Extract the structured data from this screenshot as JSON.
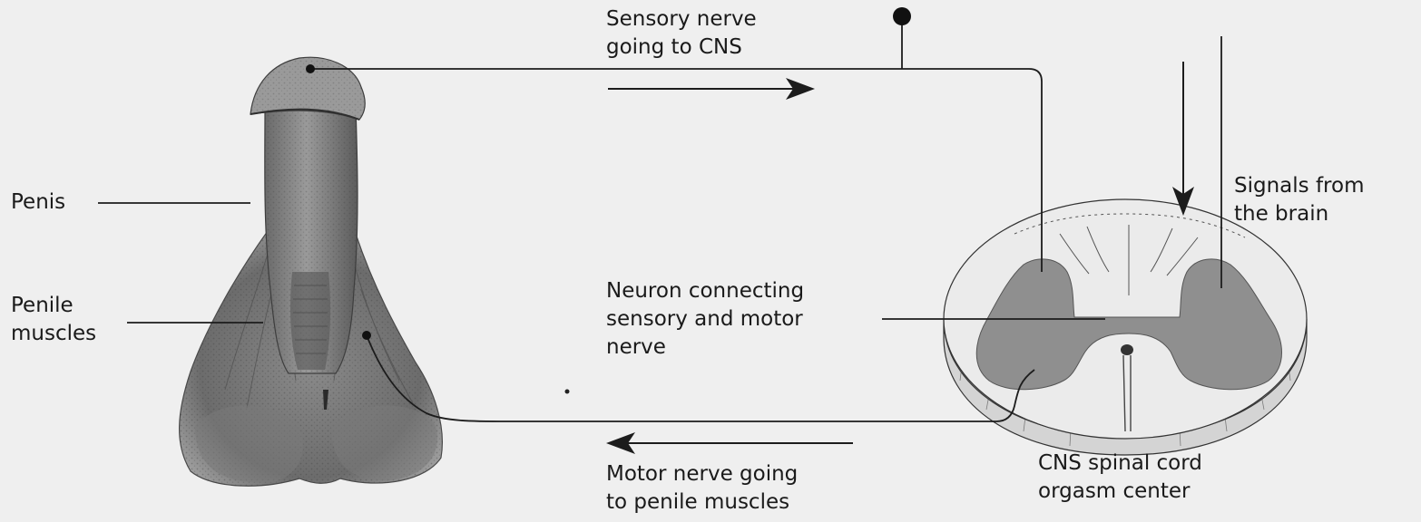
{
  "colors": {
    "background": "#efefef",
    "line": "#1c1c1c",
    "tissue_dark": "#5e5e5e",
    "tissue_mid": "#8c8c8c",
    "tissue_light": "#c4c4c4",
    "gray_matter": "#8f8f8f",
    "white_matter": "#ebebeb"
  },
  "labels": {
    "sensory_nerve": [
      "Sensory nerve",
      "going to CNS"
    ],
    "signals_brain": [
      "Signals from",
      "the brain"
    ],
    "penis": "Penis",
    "penile_muscles": [
      "Penile",
      "muscles"
    ],
    "neuron_connecting": [
      "Neuron connecting",
      "sensory and motor",
      "nerve"
    ],
    "motor_nerve": [
      "Motor nerve going",
      "to penile muscles"
    ],
    "cns_center": [
      "CNS spinal cord",
      "orgasm center"
    ]
  },
  "icons": {
    "sensory_direction": "arrow-right-icon",
    "motor_direction": "arrow-left-icon",
    "brain_signal_direction": "arrow-down-icon",
    "ganglion": "dot-icon"
  }
}
